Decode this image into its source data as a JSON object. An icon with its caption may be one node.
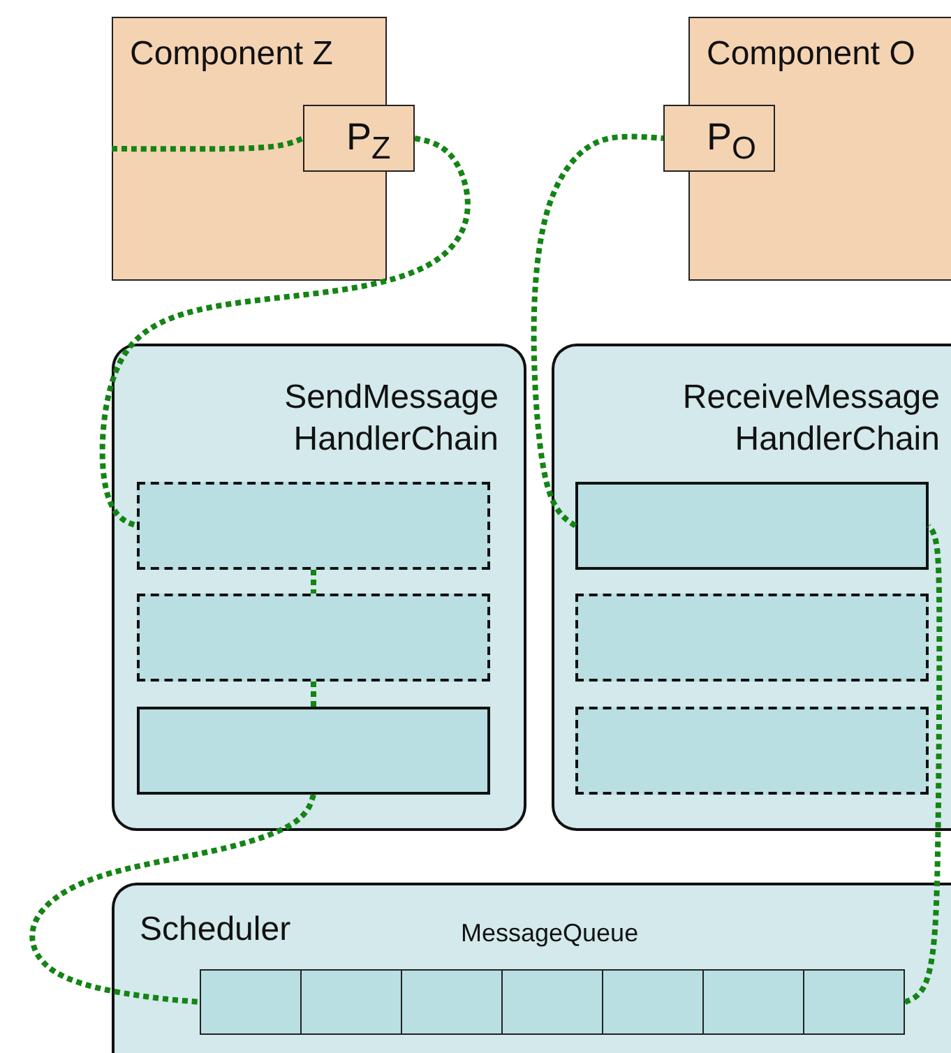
{
  "diagram": {
    "nodes": [
      {
        "text": [
          "Component Z"
        ]
      },
      {
        "text": [
          "P$_{Z}$"
        ]
      },
      {
        "text": [
          "Component O"
        ]
      },
      {
        "text": [
          "P$_{O}$"
        ]
      },
      {
        "text": [
          "SendMessage HandlerChain"
        ]
      },
      {
        "text": [],
        "shape": "box",
        "in": 4
      },
      {
        "text": [],
        "shape": "box",
        "in": 4
      },
      {
        "text": [],
        "shape": "box",
        "in": 4
      },
      {
        "text": [
          "ReceiveMessage HandlerChain"
        ]
      },
      {
        "text": [],
        "shape": "box",
        "in": 8
      },
      {
        "text": [],
        "shape": "box",
        "in": 8
      },
      {
        "text": [],
        "shape": "box",
        "in": 8
      },
      {
        "text": [
          "Scheduler",
          "MessageQueue"
        ]
      },
      {
        "text": [],
        "shape": "box",
        "in": 12
      },
      {
        "text": [],
        "shape": "box",
        "in": 13
      },
      {
        "text": [],
        "shape": "box",
        "in": 13
      },
      {
        "text": [],
        "shape": "box",
        "in": 13
      },
      {
        "text": [],
        "shape": "box",
        "in": 13
      },
      {
        "text": [],
        "shape": "box",
        "in": 13
      },
      {
        "text": [],
        "shape": "box",
        "in": 13
      },
      {
        "text": [],
        "shape": "box",
        "in": 13
      }
    ],
    "edges": [
      {
        "from": 0,
        "to": 1,
        "arrow": "none"
      },
      {
        "from": 1,
        "to": 5,
        "arrow": "none"
      },
      {
        "from": 5,
        "to": 6,
        "arrow": "none"
      },
      {
        "from": 6,
        "to": 7,
        "arrow": "none"
      },
      {
        "from": 7,
        "to": 13,
        "arrow": "none"
      },
      {
        "from": 13,
        "to": 9,
        "arrow": "none"
      },
      {
        "from": 9,
        "to": 3,
        "arrow": "none"
      }
    ]
  }
}
